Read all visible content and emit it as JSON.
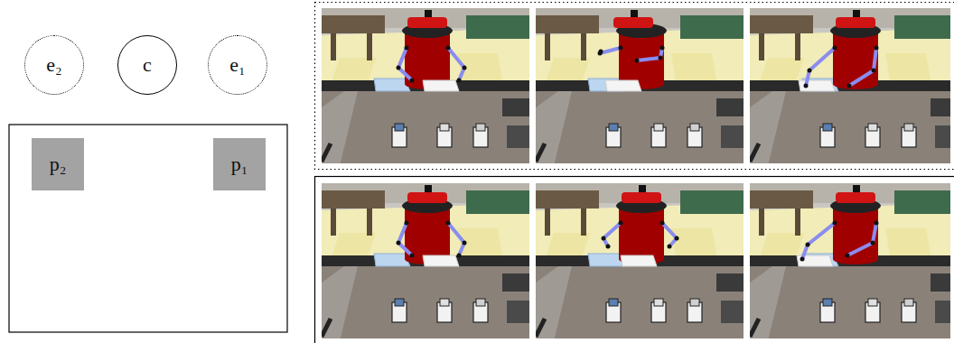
{
  "diagram": {
    "nodes": [
      {
        "text": [
          "e₂"
        ]
      },
      {
        "text": [
          "c"
        ]
      },
      {
        "text": [
          "e₁"
        ]
      },
      {
        "text": [
          "p₂"
        ]
      },
      {
        "text": [
          "p₁"
        ]
      }
    ]
  }
}
